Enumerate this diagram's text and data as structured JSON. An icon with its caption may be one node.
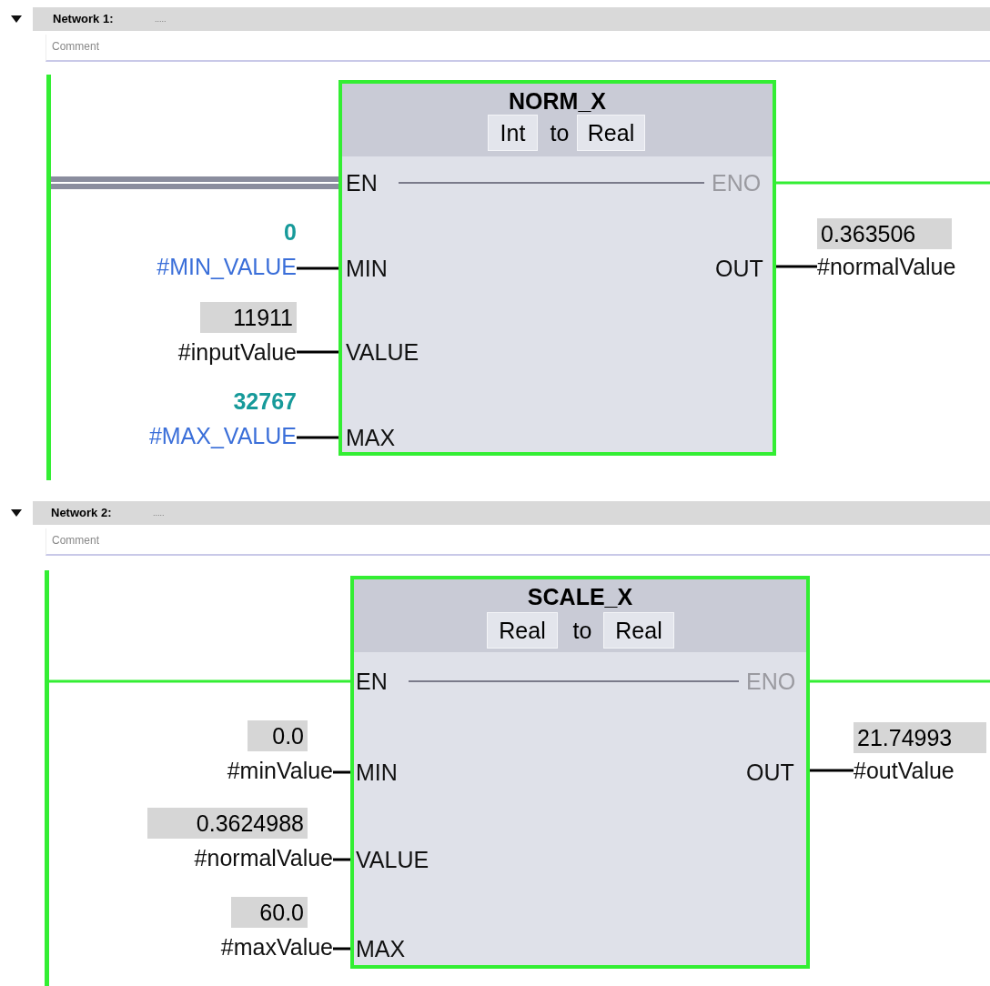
{
  "diagram": {
    "nodes": [
      {
        "text": [],
        "shape": "bar"
      },
      {
        "text": [
          "NORM_X"
        ]
      },
      {
        "text": [
          "Int"
        ],
        "in": 1
      },
      {
        "text": [
          "Real"
        ],
        "in": 1
      },
      {
        "text": [
          "EN"
        ],
        "in": 1
      },
      {
        "text": [
          "ENO"
        ],
        "in": 1
      },
      {
        "text": [
          "MIN"
        ],
        "in": 1
      },
      {
        "text": [
          "OUT"
        ],
        "in": 1
      },
      {
        "text": [
          "VALUE"
        ],
        "in": 1
      },
      {
        "text": [
          "MAX"
        ],
        "in": 1
      },
      {
        "text": [
          "#MIN_VALUE"
        ],
        "beside": [
          "0"
        ]
      },
      {
        "text": [
          "#normalValue"
        ],
        "beside": [
          "0.363506"
        ]
      },
      {
        "text": [
          "#inputValue"
        ],
        "beside": [
          "11911"
        ]
      },
      {
        "text": [
          "#MAX_VALUE"
        ],
        "beside": [
          "32767"
        ]
      },
      {
        "text": [],
        "shape": "bar"
      },
      {
        "text": [
          "SCALE_X"
        ]
      },
      {
        "text": [
          "Real"
        ],
        "in": 15
      },
      {
        "text": [
          "Real"
        ],
        "in": 15
      },
      {
        "text": [
          "EN"
        ],
        "in": 15
      },
      {
        "text": [
          "ENO"
        ],
        "in": 15
      },
      {
        "text": [
          "MIN"
        ],
        "in": 15
      },
      {
        "text": [
          "OUT"
        ],
        "in": 15
      },
      {
        "text": [
          "VALUE"
        ],
        "in": 15
      },
      {
        "text": [
          "MAX"
        ],
        "in": 15
      },
      {
        "text": [
          "#minValue"
        ],
        "beside": [
          "0.0"
        ]
      },
      {
        "text": [
          "#outValue"
        ],
        "beside": [
          "21.74993"
        ]
      },
      {
        "text": [
          "#normalValue"
        ],
        "beside": [
          "0.3624988"
        ]
      },
      {
        "text": [
          "#maxValue"
        ],
        "beside": [
          "60.0"
        ]
      }
    ],
    "edges": [
      {
        "from": 0,
        "to": 4,
        "arrow": "none",
        "style": "thick",
        "color": "#8a8d9e"
      },
      {
        "from": 4,
        "to": 5,
        "arrow": "none",
        "color": "#7a7a8a"
      },
      {
        "from": 5,
        "to": null,
        "arrow": "none",
        "color": "#33ee33"
      },
      {
        "from": 10,
        "to": 6,
        "arrow": "none"
      },
      {
        "from": 12,
        "to": 8,
        "arrow": "none"
      },
      {
        "from": 13,
        "to": 9,
        "arrow": "none"
      },
      {
        "from": 7,
        "to": 11,
        "arrow": "none"
      },
      {
        "from": 14,
        "to": 18,
        "arrow": "none",
        "color": "#33ee33"
      },
      {
        "from": 18,
        "to": 19,
        "arrow": "none",
        "color": "#7a7a8a"
      },
      {
        "from": 19,
        "to": null,
        "arrow": "none",
        "color": "#33ee33"
      },
      {
        "from": 24,
        "to": 20,
        "arrow": "none"
      },
      {
        "from": 26,
        "to": 22,
        "arrow": "none"
      },
      {
        "from": 27,
        "to": 23,
        "arrow": "none"
      },
      {
        "from": 21,
        "to": 25,
        "arrow": "none"
      }
    ],
    "labels": [
      "Network 1:",
      ".....",
      "Comment",
      "to",
      "Network 2:",
      ".....",
      "Comment",
      "to"
    ]
  }
}
